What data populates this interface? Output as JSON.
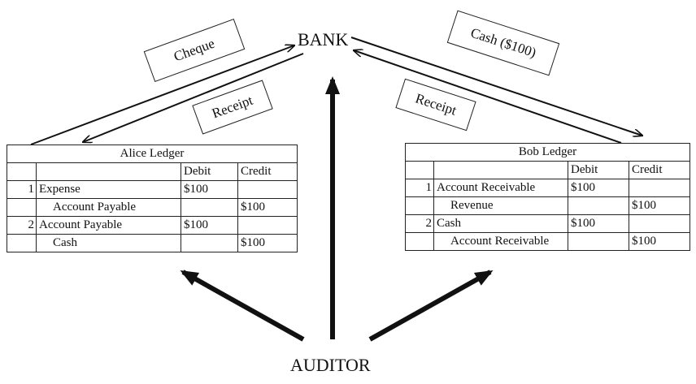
{
  "nodes": {
    "bank": "BANK",
    "auditor": "AUDITOR"
  },
  "tags": {
    "cheque": "Cheque",
    "receipt_left": "Receipt",
    "cash": "Cash ($100)",
    "receipt_right": "Receipt"
  },
  "alice_ledger": {
    "title": "Alice Ledger",
    "headers": [
      "",
      "",
      "Debit",
      "Credit"
    ],
    "rows": [
      [
        "1",
        "Expense",
        "$100",
        ""
      ],
      [
        "",
        "Account Payable",
        "",
        "$100"
      ],
      [
        "2",
        "Account Payable",
        "$100",
        ""
      ],
      [
        "",
        "Cash",
        "",
        "$100"
      ]
    ]
  },
  "bob_ledger": {
    "title": "Bob Ledger",
    "headers": [
      "",
      "",
      "Debit",
      "Credit"
    ],
    "rows": [
      [
        "1",
        "Account Receivable",
        "$100",
        ""
      ],
      [
        "",
        "Revenue",
        "",
        "$100"
      ],
      [
        "2",
        "Cash",
        "$100",
        ""
      ],
      [
        "",
        "Account Receivable",
        "",
        "$100"
      ]
    ]
  },
  "colors": {
    "line": "#111111",
    "border": "#222222",
    "background": "#ffffff"
  }
}
